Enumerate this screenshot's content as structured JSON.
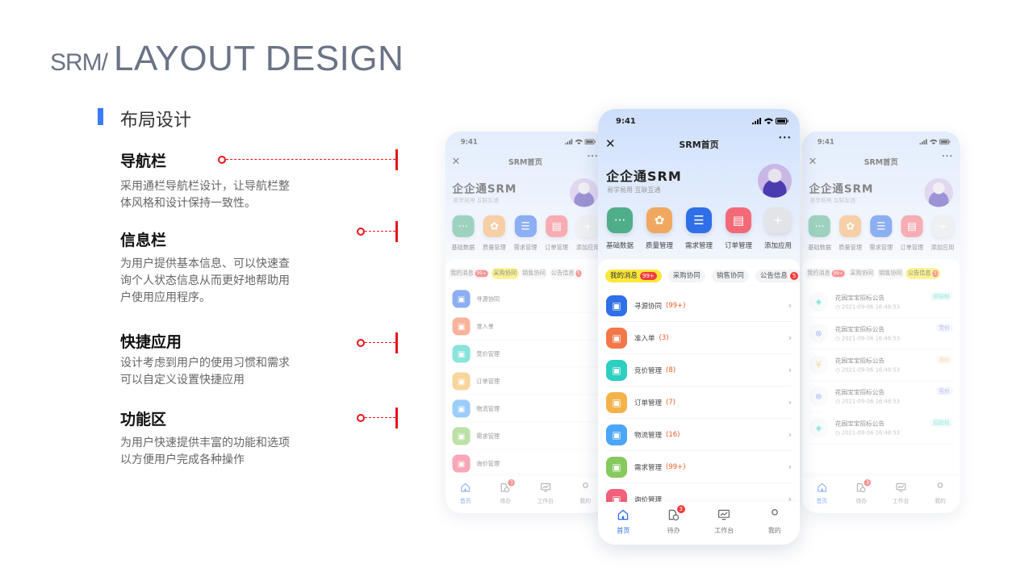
{
  "slide": {
    "title_prefix": "SRM/",
    "title_main": "LAYOUT DESIGN",
    "section": "布局设计",
    "accent": "#3b7cf6",
    "marker_color": "#e8141b",
    "items": [
      {
        "heading": "导航栏",
        "lines": [
          "采用通栏导航栏设计，让导航栏整",
          "体风格和设计保持一致性。"
        ]
      },
      {
        "heading": "信息栏",
        "lines": [
          "为用户提供基本信息、可以快速查",
          "询个人状态信息从而更好地帮助用",
          "户使用应用程序。"
        ]
      },
      {
        "heading": "快捷应用",
        "lines": [
          "设计考虑到用户的使用习惯和需求",
          "可以自定义设置快捷应用"
        ]
      },
      {
        "heading": "功能区",
        "lines": [
          "为用户快速提供丰富的功能和选项",
          "以方便用户完成各种操作"
        ]
      }
    ]
  },
  "phone": {
    "time": "9:41",
    "nav_title": "SRM首页",
    "brand": "企企通SRM",
    "brand_sub": "易学易用  互联互通",
    "apps": [
      {
        "label": "基础数据",
        "icon": "chat-icon",
        "glyph": "···",
        "color": "#4fae8a"
      },
      {
        "label": "质量管理",
        "icon": "flower-icon",
        "glyph": "✿",
        "color": "#f0a860"
      },
      {
        "label": "需求管理",
        "icon": "document-icon",
        "glyph": "☰",
        "color": "#2f6fe8"
      },
      {
        "label": "订单管理",
        "icon": "folder-icon",
        "glyph": "▤",
        "color": "#f26a78"
      },
      {
        "label": "添加应用",
        "icon": "plus-icon",
        "glyph": "+",
        "color": "#e3e4e8"
      }
    ],
    "tabs": [
      {
        "label": "我的消息",
        "badge": "99+"
      },
      {
        "label": "采购协同"
      },
      {
        "label": "销售协同"
      },
      {
        "label": "公告信息",
        "badge": "5"
      }
    ],
    "modules": [
      {
        "label": "寻源协同",
        "count": "(99+)",
        "icon": "sourcing-icon",
        "color": "#2f6fe8"
      },
      {
        "label": "准入单",
        "count": "(3)",
        "icon": "admission-icon",
        "color": "#f2784a"
      },
      {
        "label": "竞价管理",
        "count": "(8)",
        "icon": "bidding-icon",
        "color": "#2ccfc0"
      },
      {
        "label": "订单管理",
        "count": "(7)",
        "icon": "order-icon",
        "color": "#f3b34a"
      },
      {
        "label": "物流管理",
        "count": "(16)",
        "icon": "truck-icon",
        "color": "#4aa6f7"
      },
      {
        "label": "需求管理",
        "count": "(99+)",
        "icon": "demand-icon",
        "color": "#86c95e"
      },
      {
        "label": "询价管理",
        "count": "",
        "icon": "inquiry-icon",
        "color": "#f2607a"
      }
    ],
    "notices": [
      {
        "title": "花园宝宝招标公告",
        "time": "2021-09-06  16:48:53",
        "tag": "招投标",
        "tag_color": "#2ccfc0",
        "glyph": "◈"
      },
      {
        "title": "花园宝宝招标公告",
        "time": "2021-09-06  16:48:53",
        "tag": "竞价",
        "tag_color": "#6b7cf0",
        "glyph": "⊗"
      },
      {
        "title": "花园宝宝招标公告",
        "time": "2021-09-06  16:48:53",
        "tag": "询价",
        "tag_color": "#f3b34a",
        "glyph": "¥"
      },
      {
        "title": "花园宝宝招标公告",
        "time": "2021-09-06  16:48:53",
        "tag": "竞价",
        "tag_color": "#6b7cf0",
        "glyph": "⊗"
      },
      {
        "title": "花园宝宝招标公告",
        "time": "2021-09-06  16:48:53",
        "tag": "招投标",
        "tag_color": "#2ccfc0",
        "glyph": "◈"
      }
    ],
    "tabbar": [
      {
        "label": "首页",
        "icon": "home-icon"
      },
      {
        "label": "待办",
        "icon": "todo-icon",
        "badge": "3"
      },
      {
        "label": "工作台",
        "icon": "workbench-icon"
      },
      {
        "label": "我的",
        "icon": "user-icon"
      }
    ],
    "left_active_tab": 1,
    "center_active_tab": 0,
    "right_active_tab": 3
  }
}
